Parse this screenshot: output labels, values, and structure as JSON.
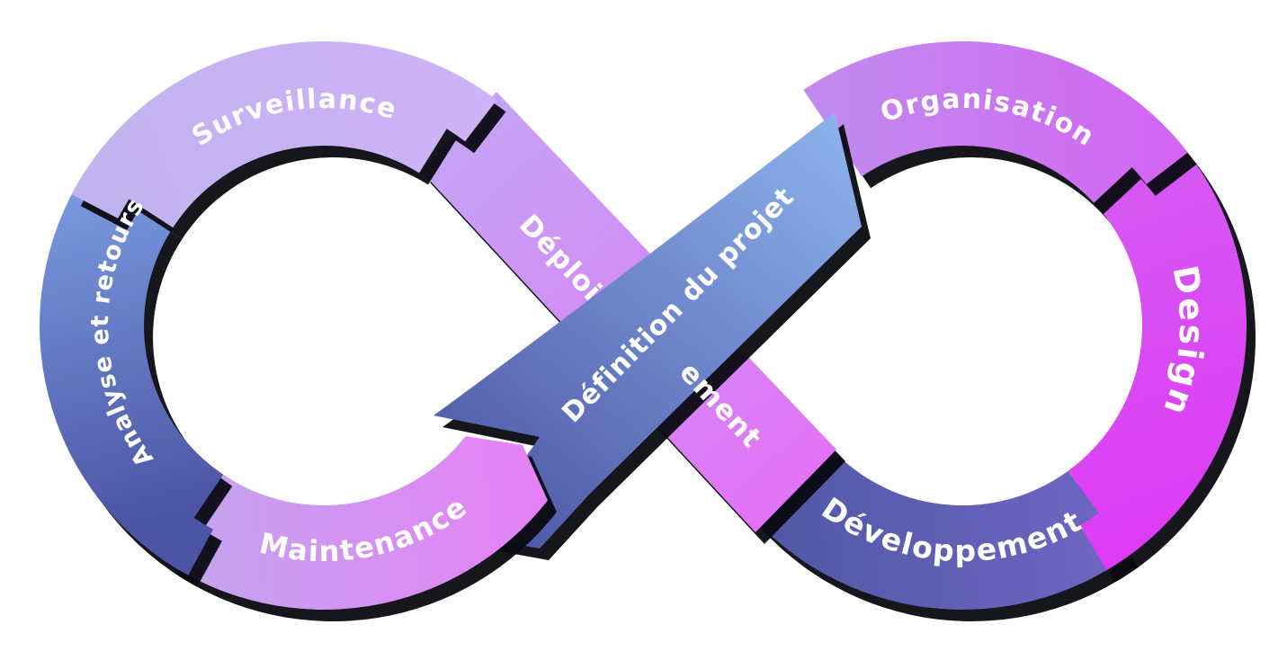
{
  "diagram": {
    "labels": {
      "surveillance": "Surveillance",
      "analyse": "Analyse et retours",
      "maintenance": "Maintenance",
      "deploiement_part1": "Déploi",
      "deploiement_part2": "ement",
      "definition": "Définition du projet",
      "organisation": "Organisation",
      "design": "Design",
      "developpement": "Développement"
    },
    "colors": {
      "label_text": "#ffffff",
      "shadow": "rgba(9,9,17,0.95)",
      "surveillance": [
        "#c0b3ee",
        "#cfb2f8"
      ],
      "analyse": [
        "#7b9ce2",
        "#4c55a4"
      ],
      "maintenance": [
        "#c7a0ee",
        "#e77ff8"
      ],
      "deploiement_band": [
        "#c4a4f4",
        "#e273f6"
      ],
      "organisation": [
        "#c189ee",
        "#d464f3"
      ],
      "design": [
        "#d55ef3",
        "#dd3bf5"
      ],
      "developpement": [
        "#7268c5",
        "#4f58a6"
      ],
      "definition_band": [
        "#4d56a5",
        "#8cb2ec"
      ]
    }
  }
}
